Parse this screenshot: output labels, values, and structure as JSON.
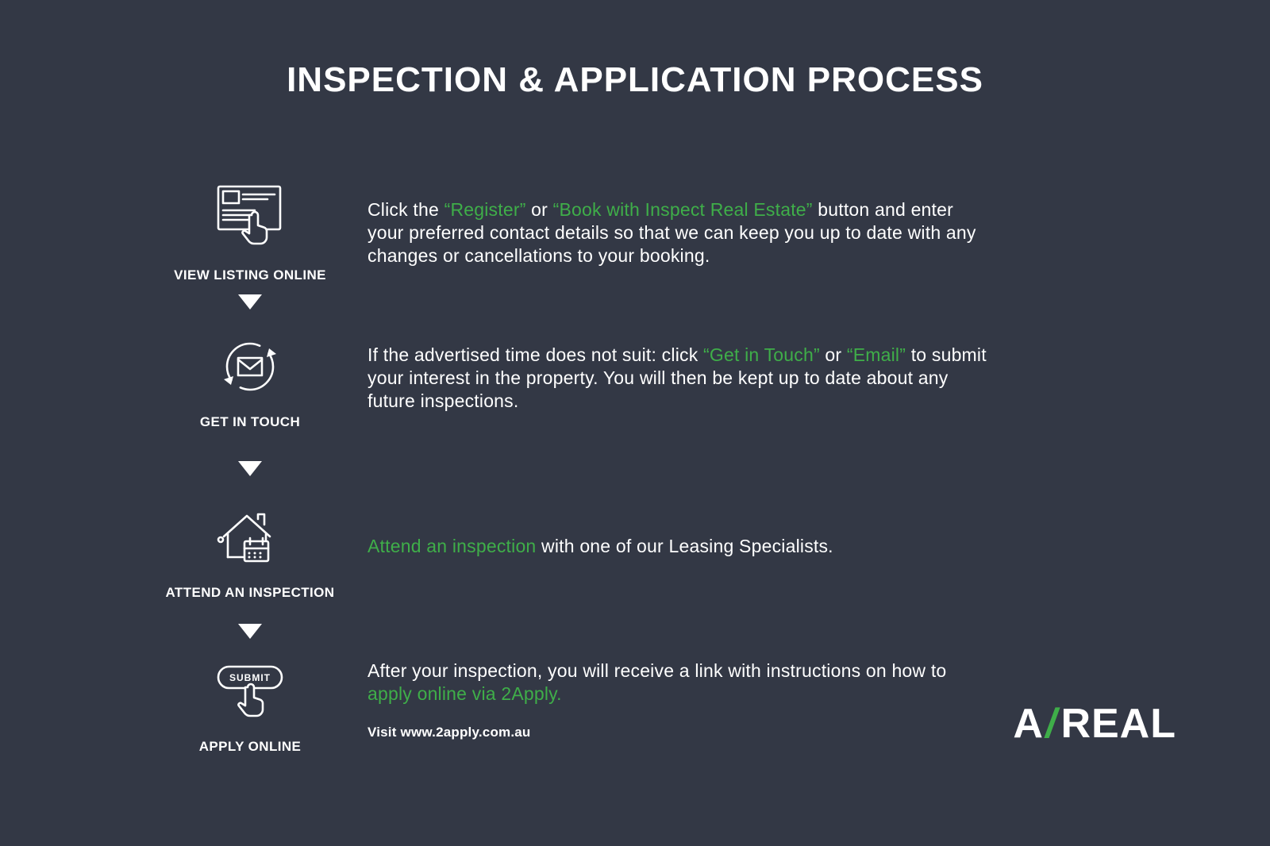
{
  "colors": {
    "background": "#333845",
    "accent_green": "#3fae49",
    "text": "#ffffff"
  },
  "title": "INSPECTION & APPLICATION PROCESS",
  "steps": [
    {
      "label": "VIEW LISTING ONLINE",
      "icon": "view-listing-cursor-icon",
      "description": [
        {
          "text": "Click the ",
          "green": false
        },
        {
          "text": "“Register”",
          "green": true
        },
        {
          "text": " or ",
          "green": false
        },
        {
          "text": "“Book with Inspect Real Estate”",
          "green": true
        },
        {
          "text": " button and enter your preferred contact details so that we can keep you up to date with any changes or cancellations to your booking.",
          "green": false
        }
      ]
    },
    {
      "label": "GET IN TOUCH",
      "icon": "envelope-refresh-icon",
      "description": [
        {
          "text": "If the advertised time does not suit: click ",
          "green": false
        },
        {
          "text": "“Get in Touch”",
          "green": true
        },
        {
          "text": " or ",
          "green": false
        },
        {
          "text": "“Email”",
          "green": true
        },
        {
          "text": " to submit your interest in the property. You will then be kept up to date about any future inspections.",
          "green": false
        }
      ]
    },
    {
      "label": "ATTEND AN INSPECTION",
      "icon": "house-calendar-icon",
      "description": [
        {
          "text": "Attend an inspection",
          "green": true
        },
        {
          "text": " with one of our Leasing Specialists.",
          "green": false
        }
      ]
    },
    {
      "label": "APPLY ONLINE",
      "icon": "submit-button-cursor-icon",
      "icon_text": "SUBMIT",
      "description": [
        {
          "text": "After your inspection, you will receive a link with instructions on how to ",
          "green": false
        },
        {
          "text": "apply online via 2Apply.",
          "green": true
        }
      ],
      "note": "Visit www.2apply.com.au"
    }
  ],
  "logo": {
    "part1": "A",
    "slash": "/",
    "part2": "REAL"
  }
}
